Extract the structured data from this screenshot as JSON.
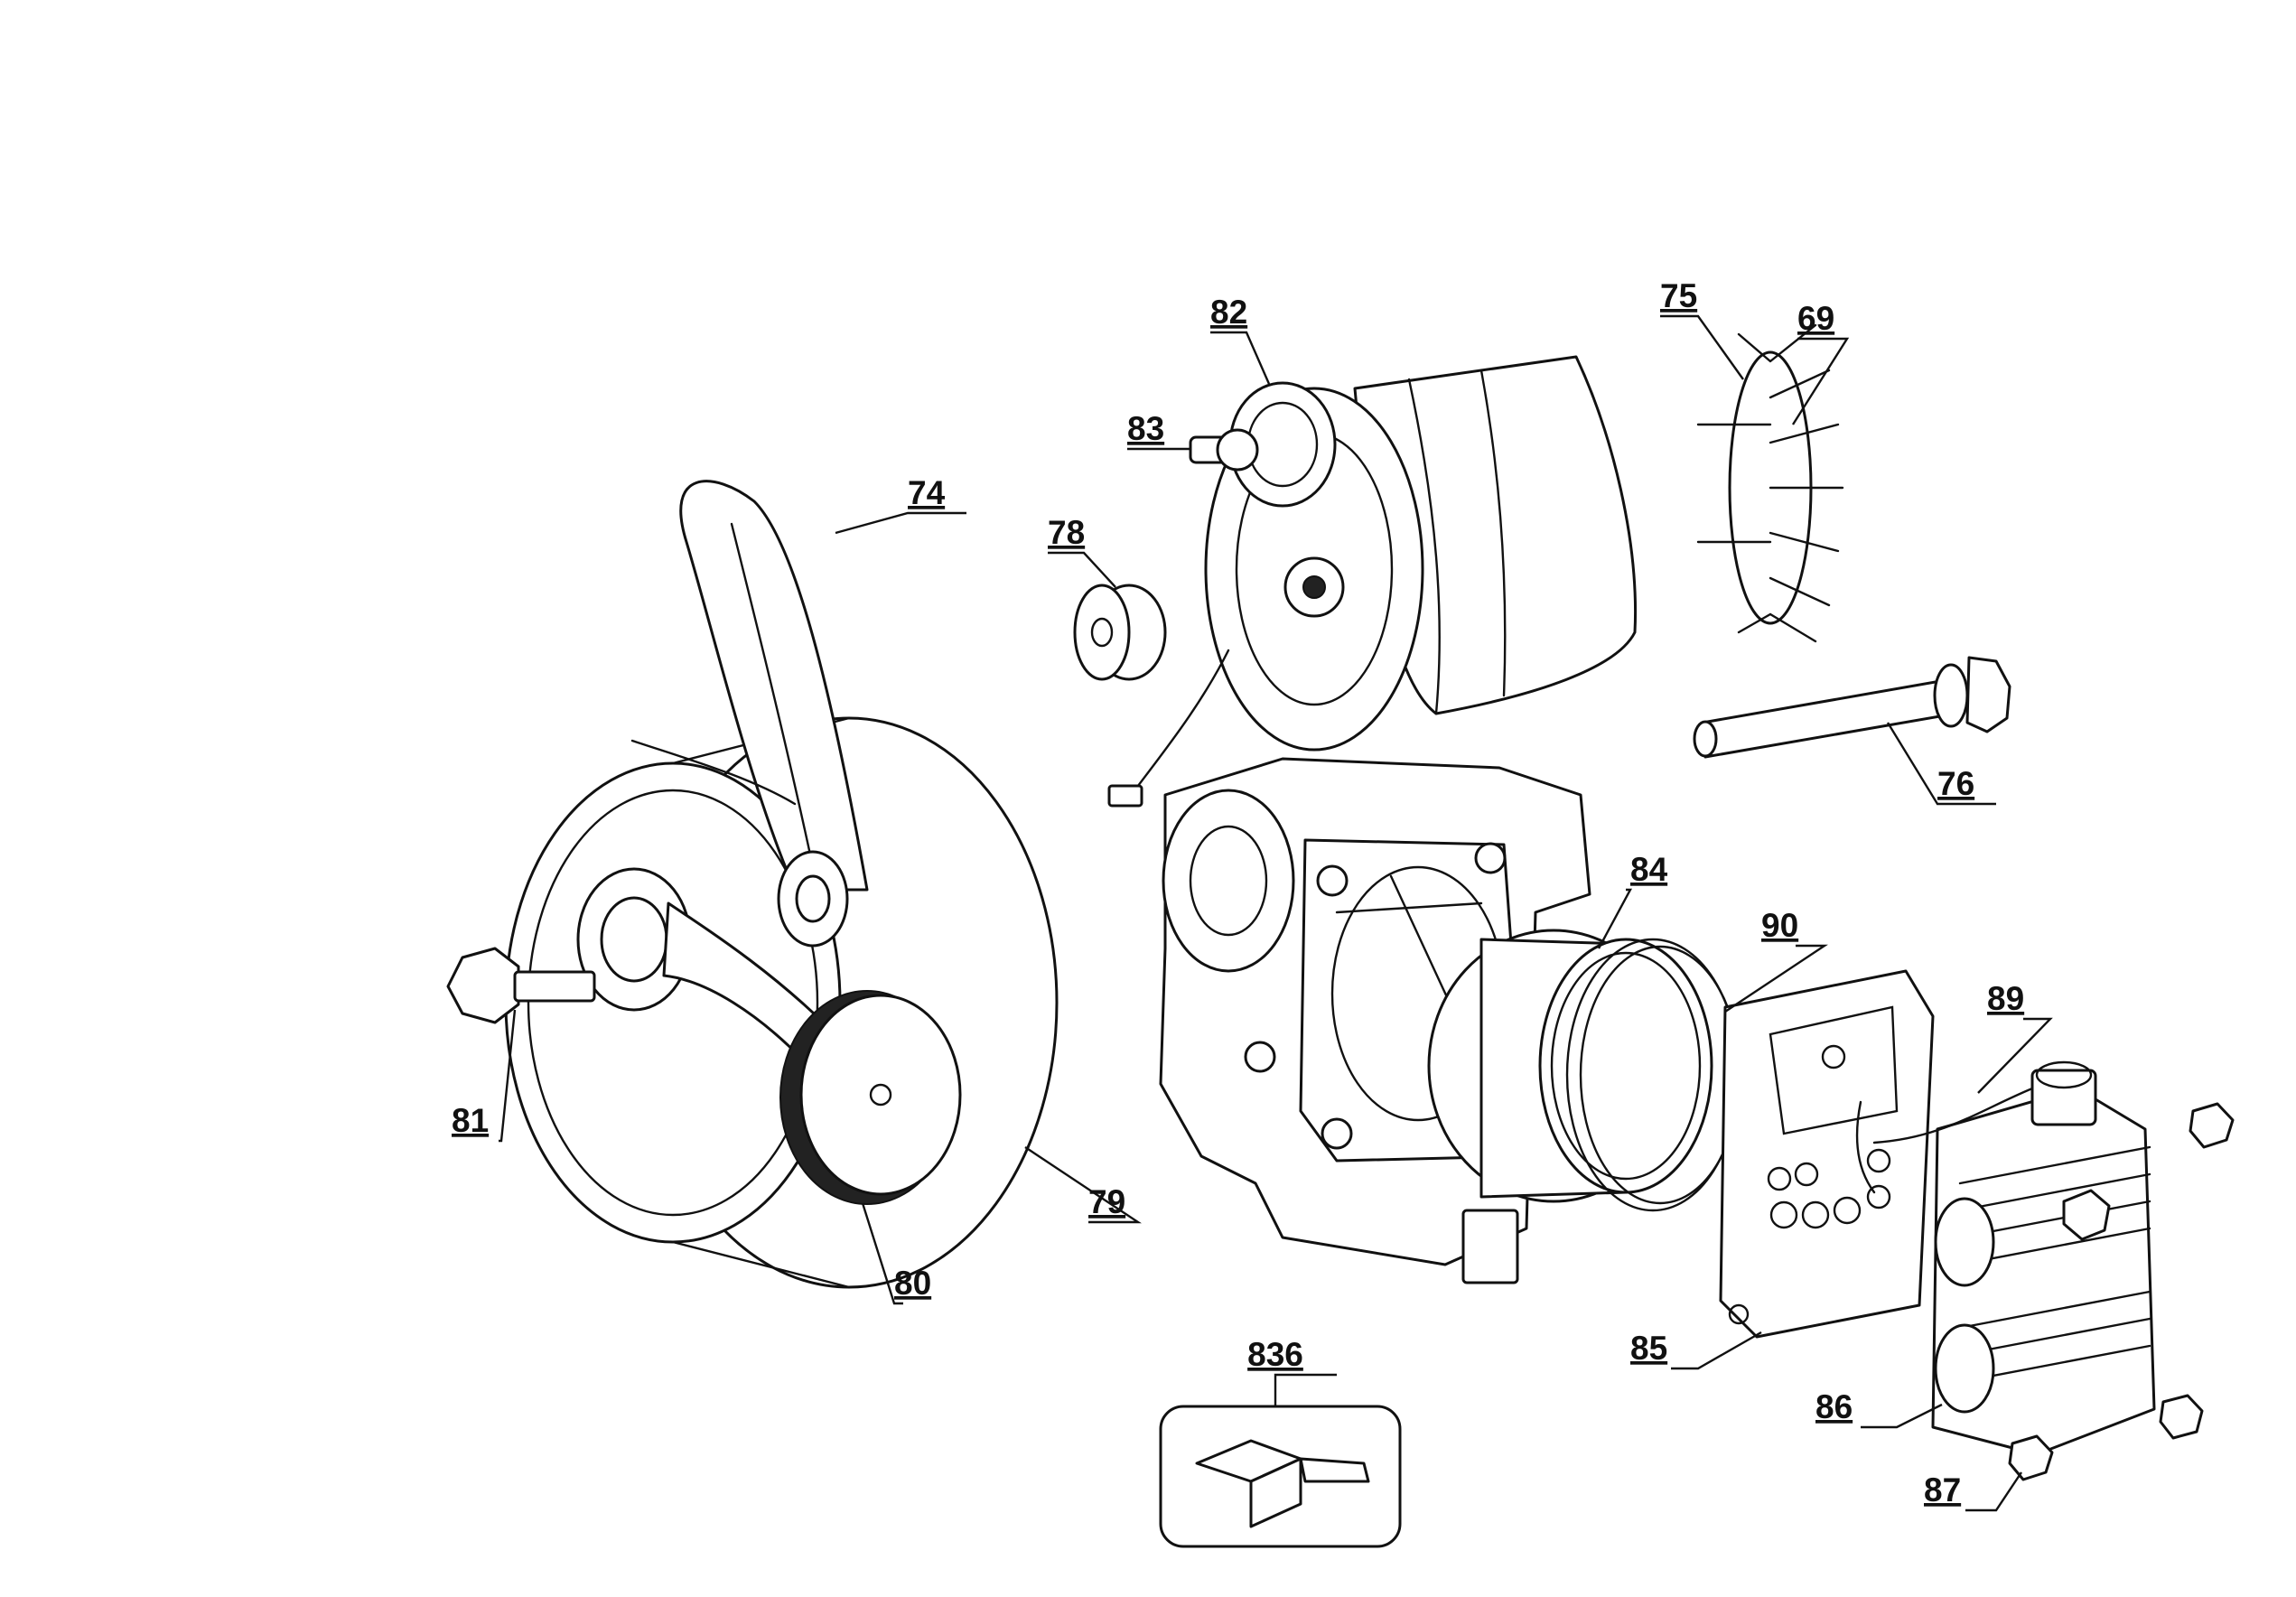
{
  "callouts": {
    "c82": "82",
    "c75": "75",
    "c69": "69",
    "c83": "83",
    "c74": "74",
    "c78": "78",
    "c76": "76",
    "c84": "84",
    "c90": "90",
    "c89": "89",
    "c81": "81",
    "c79": "79",
    "c80": "80",
    "c836": "836",
    "c85": "85",
    "c86": "86",
    "c87": "87"
  }
}
